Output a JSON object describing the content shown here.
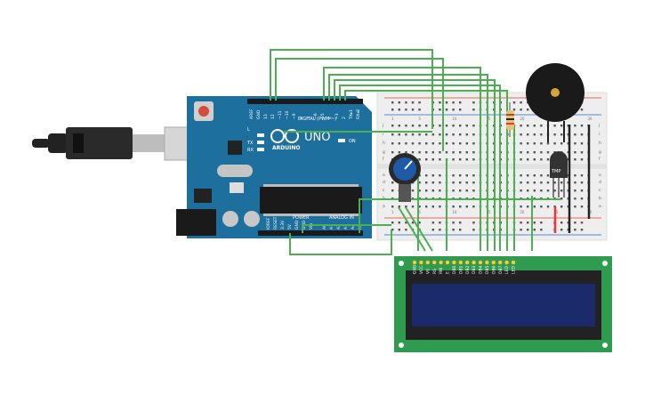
{
  "board": {
    "name": "UNO",
    "brand": "ARDUINO",
    "digital_label": "DIGITAL (PWM ~)",
    "power_label": "POWER",
    "analog_label": "ANALOG IN",
    "on_label": "ON",
    "tx_label": "TX",
    "rx_label": "RX",
    "l_label": "L",
    "digital_pins": [
      "AREF",
      "GND",
      "13",
      "12",
      "~11",
      "~10",
      "~9",
      "8",
      "7",
      "~6",
      "~5",
      "4",
      "~3",
      "2",
      "TX▸1",
      "RX◂0"
    ],
    "power_pins": [
      "IOREF",
      "RESET",
      "3.3V",
      "5V",
      "GND",
      "GND",
      "Vin"
    ],
    "analog_pins": [
      "A0",
      "A1",
      "A2",
      "A3",
      "A4",
      "A5"
    ]
  },
  "breadboard": {
    "rows_top": [
      "j",
      "i",
      "h",
      "g",
      "f"
    ],
    "rows_bottom": [
      "e",
      "d",
      "c",
      "b",
      "a"
    ],
    "col_numbers": [
      "1",
      "5",
      "10",
      "15",
      "20",
      "25",
      "30"
    ]
  },
  "sensor": {
    "label": "TMP"
  },
  "lcd": {
    "pins": [
      "GND",
      "VCC",
      "V0",
      "RS",
      "RW",
      "E",
      "DB0",
      "DB1",
      "DB2",
      "DB3",
      "DB4",
      "DB5",
      "DB6",
      "DB7",
      "LED",
      "LED"
    ]
  },
  "colors": {
    "board": "#1d6f9e",
    "wire": "#4caf50",
    "red_wire": "#e53935",
    "black_wire": "#222222",
    "lcd_pcb": "#2e9b4f",
    "lcd_screen": "#1b2a6b",
    "breadboard": "#eeeeee"
  }
}
